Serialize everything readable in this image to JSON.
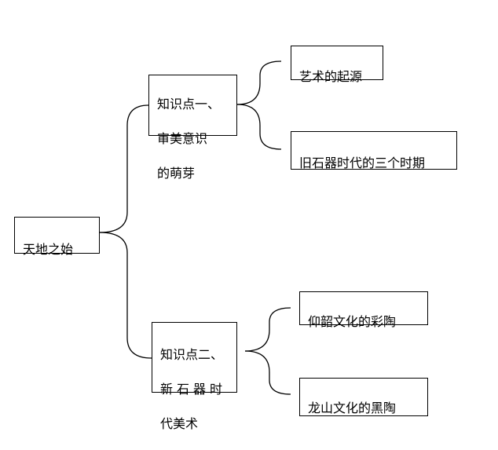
{
  "root": {
    "label": "天地之始"
  },
  "point1": {
    "label": "知识点一、审美意识的萌芽",
    "lines": [
      "知识点一、",
      "审美意识",
      "的萌芽"
    ],
    "children": [
      "艺术的起源",
      "旧石器时代的三个时期"
    ]
  },
  "point2": {
    "label": "知识点二、新石器时代美术",
    "lines": [
      "知识点二、",
      "新石器时",
      "代美术"
    ],
    "children": [
      "仰韶文化的彩陶",
      "龙山文化的黑陶"
    ]
  }
}
